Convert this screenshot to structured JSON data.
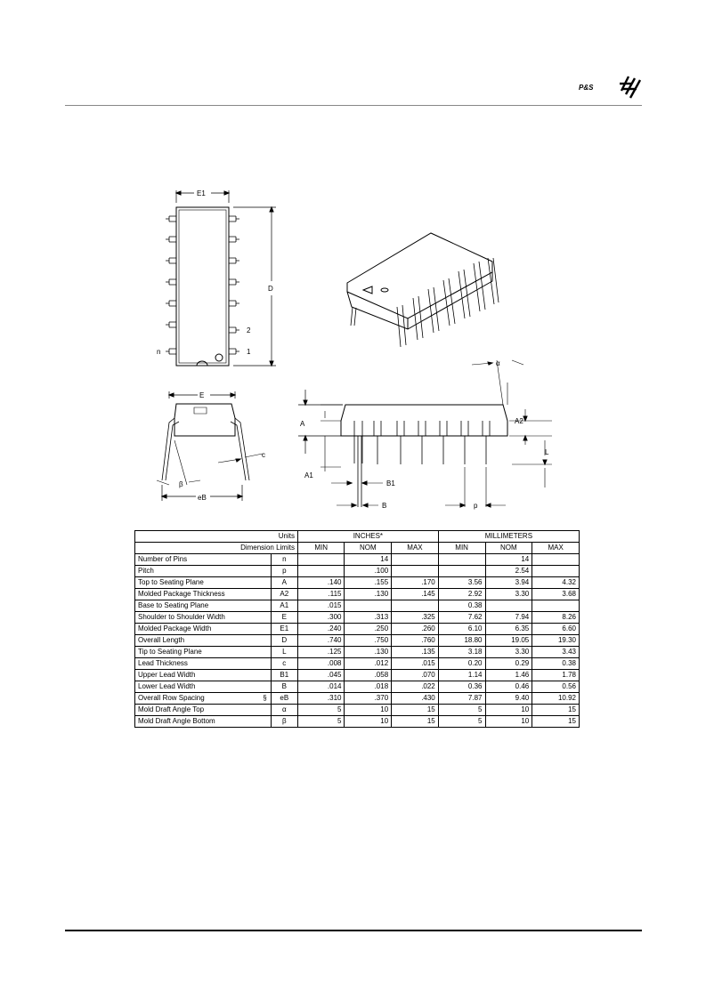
{
  "header": {
    "logo_text": "P&S"
  },
  "drawing_labels": {
    "e1": "E1",
    "d": "D",
    "pin2": "2",
    "pin1": "1",
    "pin_n": "n",
    "e": "E",
    "c": "c",
    "beta": "β",
    "eb": "eB",
    "alpha": "α",
    "a": "A",
    "a2": "A2",
    "l": "L",
    "a1": "A1",
    "b1": "B1",
    "b": "B",
    "p": "p"
  },
  "table": {
    "units_label": "Units",
    "dim_limits_label": "Dimension Limits",
    "inches_label": "INCHES*",
    "mm_label": "MILLIMETERS",
    "min": "MIN",
    "nom": "NOM",
    "max": "MAX",
    "section_mark": "§",
    "rows": [
      {
        "param": "Number of Pins",
        "sym": "n",
        "in_min": "",
        "in_nom": "14",
        "in_max": "",
        "mm_min": "",
        "mm_nom": "14",
        "mm_max": ""
      },
      {
        "param": "Pitch",
        "sym": "p",
        "in_min": "",
        "in_nom": ".100",
        "in_max": "",
        "mm_min": "",
        "mm_nom": "2.54",
        "mm_max": ""
      },
      {
        "param": "Top to Seating Plane",
        "sym": "A",
        "in_min": ".140",
        "in_nom": ".155",
        "in_max": ".170",
        "mm_min": "3.56",
        "mm_nom": "3.94",
        "mm_max": "4.32"
      },
      {
        "param": "Molded Package Thickness",
        "sym": "A2",
        "in_min": ".115",
        "in_nom": ".130",
        "in_max": ".145",
        "mm_min": "2.92",
        "mm_nom": "3.30",
        "mm_max": "3.68"
      },
      {
        "param": "Base to Seating Plane",
        "sym": "A1",
        "in_min": ".015",
        "in_nom": "",
        "in_max": "",
        "mm_min": "0.38",
        "mm_nom": "",
        "mm_max": ""
      },
      {
        "param": "Shoulder to Shoulder Width",
        "sym": "E",
        "in_min": ".300",
        "in_nom": ".313",
        "in_max": ".325",
        "mm_min": "7.62",
        "mm_nom": "7.94",
        "mm_max": "8.26"
      },
      {
        "param": "Molded Package Width",
        "sym": "E1",
        "in_min": ".240",
        "in_nom": ".250",
        "in_max": ".260",
        "mm_min": "6.10",
        "mm_nom": "6.35",
        "mm_max": "6.60"
      },
      {
        "param": "Overall Length",
        "sym": "D",
        "in_min": ".740",
        "in_nom": ".750",
        "in_max": ".760",
        "mm_min": "18.80",
        "mm_nom": "19.05",
        "mm_max": "19.30"
      },
      {
        "param": "Tip to Seating Plane",
        "sym": "L",
        "in_min": ".125",
        "in_nom": ".130",
        "in_max": ".135",
        "mm_min": "3.18",
        "mm_nom": "3.30",
        "mm_max": "3.43"
      },
      {
        "param": "Lead Thickness",
        "sym": "c",
        "in_min": ".008",
        "in_nom": ".012",
        "in_max": ".015",
        "mm_min": "0.20",
        "mm_nom": "0.29",
        "mm_max": "0.38"
      },
      {
        "param": "Upper Lead Width",
        "sym": "B1",
        "in_min": ".045",
        "in_nom": ".058",
        "in_max": ".070",
        "mm_min": "1.14",
        "mm_nom": "1.46",
        "mm_max": "1.78"
      },
      {
        "param": "Lower Lead Width",
        "sym": "B",
        "in_min": ".014",
        "in_nom": ".018",
        "in_max": ".022",
        "mm_min": "0.36",
        "mm_nom": "0.46",
        "mm_max": "0.56"
      },
      {
        "param": "Overall Row Spacing",
        "sym": "eB",
        "in_min": ".310",
        "in_nom": ".370",
        "in_max": ".430",
        "mm_min": "7.87",
        "mm_nom": "9.40",
        "mm_max": "10.92"
      },
      {
        "param": "Mold Draft Angle Top",
        "sym": "α",
        "in_min": "5",
        "in_nom": "10",
        "in_max": "15",
        "mm_min": "5",
        "mm_nom": "10",
        "mm_max": "15"
      },
      {
        "param": "Mold Draft Angle Bottom",
        "sym": "β",
        "in_min": "5",
        "in_nom": "10",
        "in_max": "15",
        "mm_min": "5",
        "mm_nom": "10",
        "mm_max": "15"
      }
    ]
  }
}
